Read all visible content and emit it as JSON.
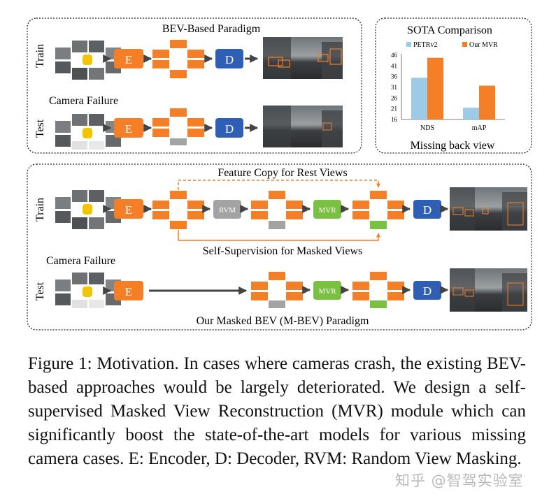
{
  "colors": {
    "orange": "#f47f27",
    "blue": "#2f5fb5",
    "gray": "#a3a3a3",
    "green": "#7ac143",
    "petr": "#9ccbe8",
    "mvr": "#f47f27"
  },
  "top_left": {
    "title": "BEV-Based Paradigm",
    "train_label": "Train",
    "test_label": "Test",
    "camera_failure": "Camera Failure",
    "encoder": "E",
    "decoder": "D"
  },
  "top_right": {
    "title": "SOTA Comparison",
    "xlabel": "Missing back view"
  },
  "bottom": {
    "train_label": "Train",
    "test_label": "Test",
    "camera_failure": "Camera Failure",
    "feature_copy": "Feature Copy for Rest Views",
    "self_supervision": "Self-Supervision for Masked Views",
    "paradigm": "Our Masked BEV (M-BEV) Paradigm",
    "encoder": "E",
    "decoder": "D",
    "rvm": "RVM",
    "mvr": "MVR"
  },
  "chart_data": {
    "type": "bar",
    "title": "SOTA Comparison",
    "xlabel": "Missing back view",
    "ylabel": "",
    "categories": [
      "NDS",
      "mAP"
    ],
    "series": [
      {
        "name": "PETRv2",
        "values": [
          35.5,
          21.5
        ]
      },
      {
        "name": "Our MVR",
        "values": [
          44.8,
          31.8
        ]
      }
    ],
    "ylim": [
      16,
      46
    ],
    "yticks": [
      16,
      21,
      26,
      31,
      36,
      41,
      46
    ],
    "legend": "top",
    "grid": false
  },
  "caption": "Figure 1: Motivation. In cases where cameras crash, the existing BEV-based approaches would be largely deteriorated. We design a self-supervised Masked View Reconstruction (MVR) module which can significantly boost the state-of-the-art models for various missing camera cases. E: Encoder, D: Decoder, RVM: Random View Masking.",
  "watermark": "知乎 @智驾实验室"
}
